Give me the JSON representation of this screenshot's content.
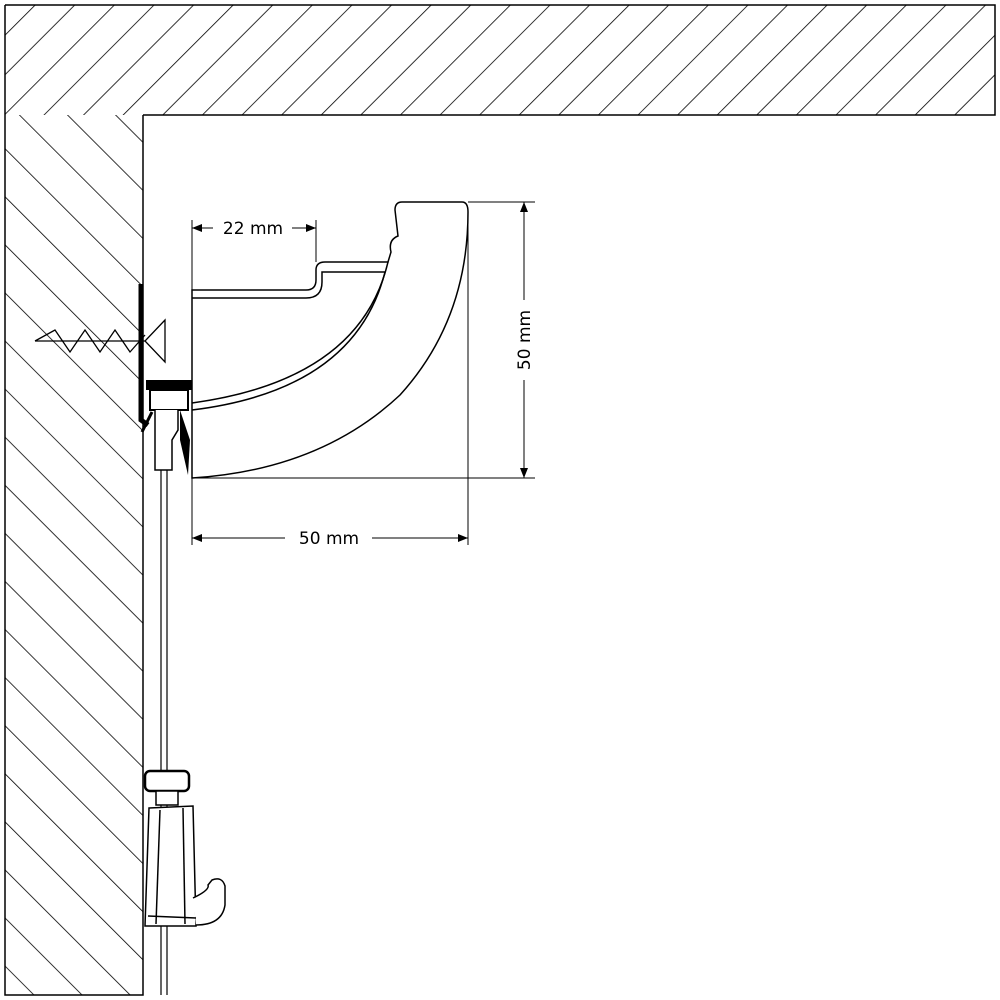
{
  "diagram": {
    "dimensions": {
      "lip_width": "22 mm",
      "profile_height": "50 mm",
      "profile_depth": "50 mm"
    },
    "colors": {
      "line": "#000000",
      "background": "#ffffff"
    }
  }
}
